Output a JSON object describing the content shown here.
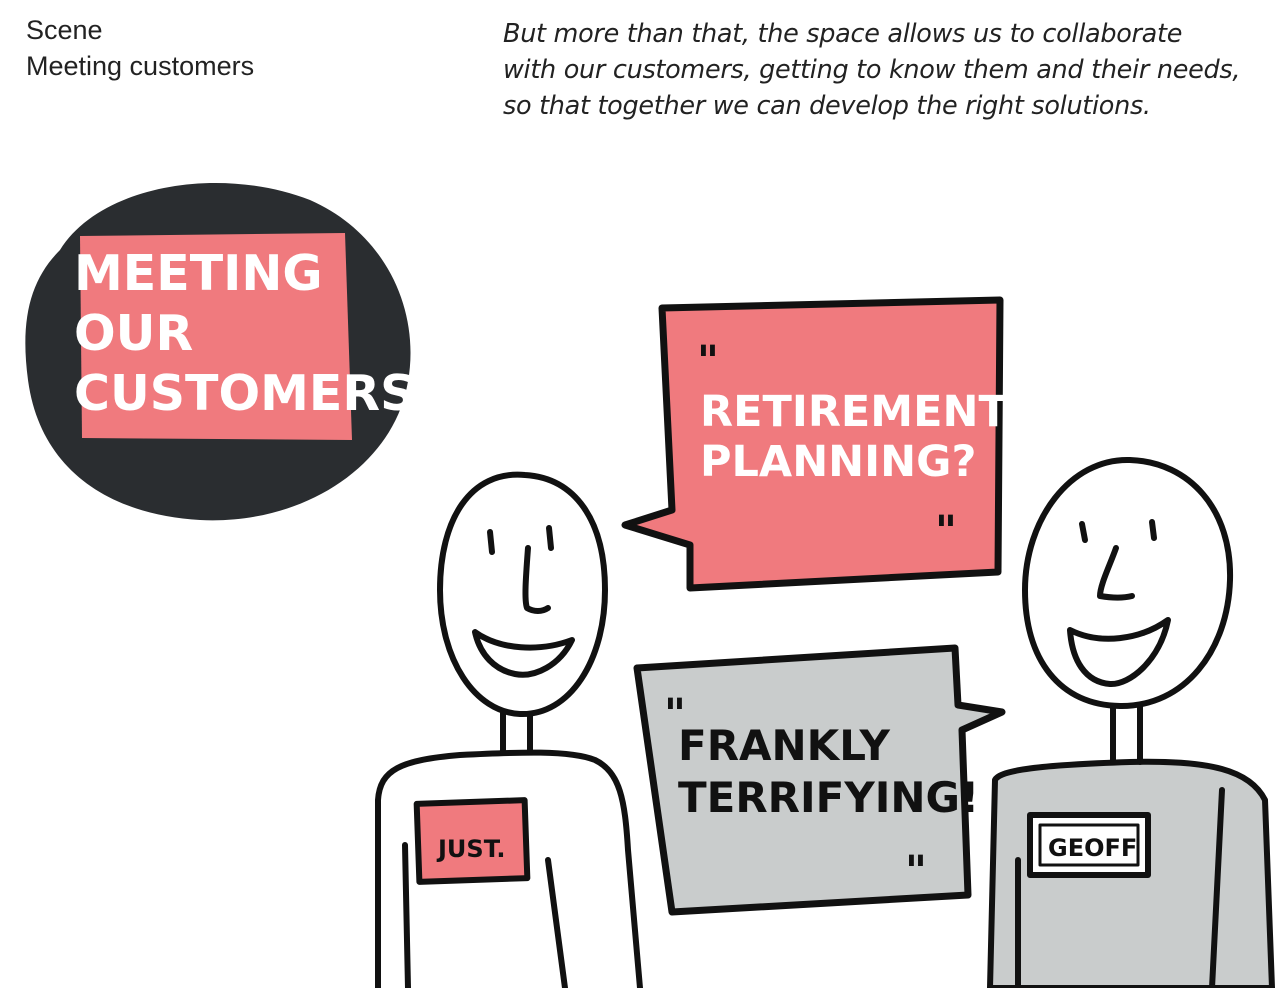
{
  "header": {
    "scene_label": "Scene",
    "scene_title": "Meeting customers",
    "caption_lines": [
      "But more than that, the space allows us to collaborate",
      "with our customers, getting to know them and their needs,",
      "so that together we can develop the right solutions."
    ]
  },
  "title_blob": {
    "lines": [
      "MEETING",
      "OUR",
      "CUSTOMERS"
    ]
  },
  "bubble_top": {
    "open_quote": "\"",
    "lines": [
      "RETIREMENT",
      "PLANNING?"
    ],
    "close_quote": "\""
  },
  "bubble_bottom": {
    "open_quote": "\"",
    "lines": [
      "FRANKLY",
      "TERRIFYING!"
    ],
    "close_quote": "\""
  },
  "person_left": {
    "badge": "JUST."
  },
  "person_right": {
    "badge": "GEOFF"
  },
  "colors": {
    "pink": "#f07a7e",
    "dark": "#2a2d30",
    "grey": "#c9cccc",
    "ink": "#111111"
  }
}
